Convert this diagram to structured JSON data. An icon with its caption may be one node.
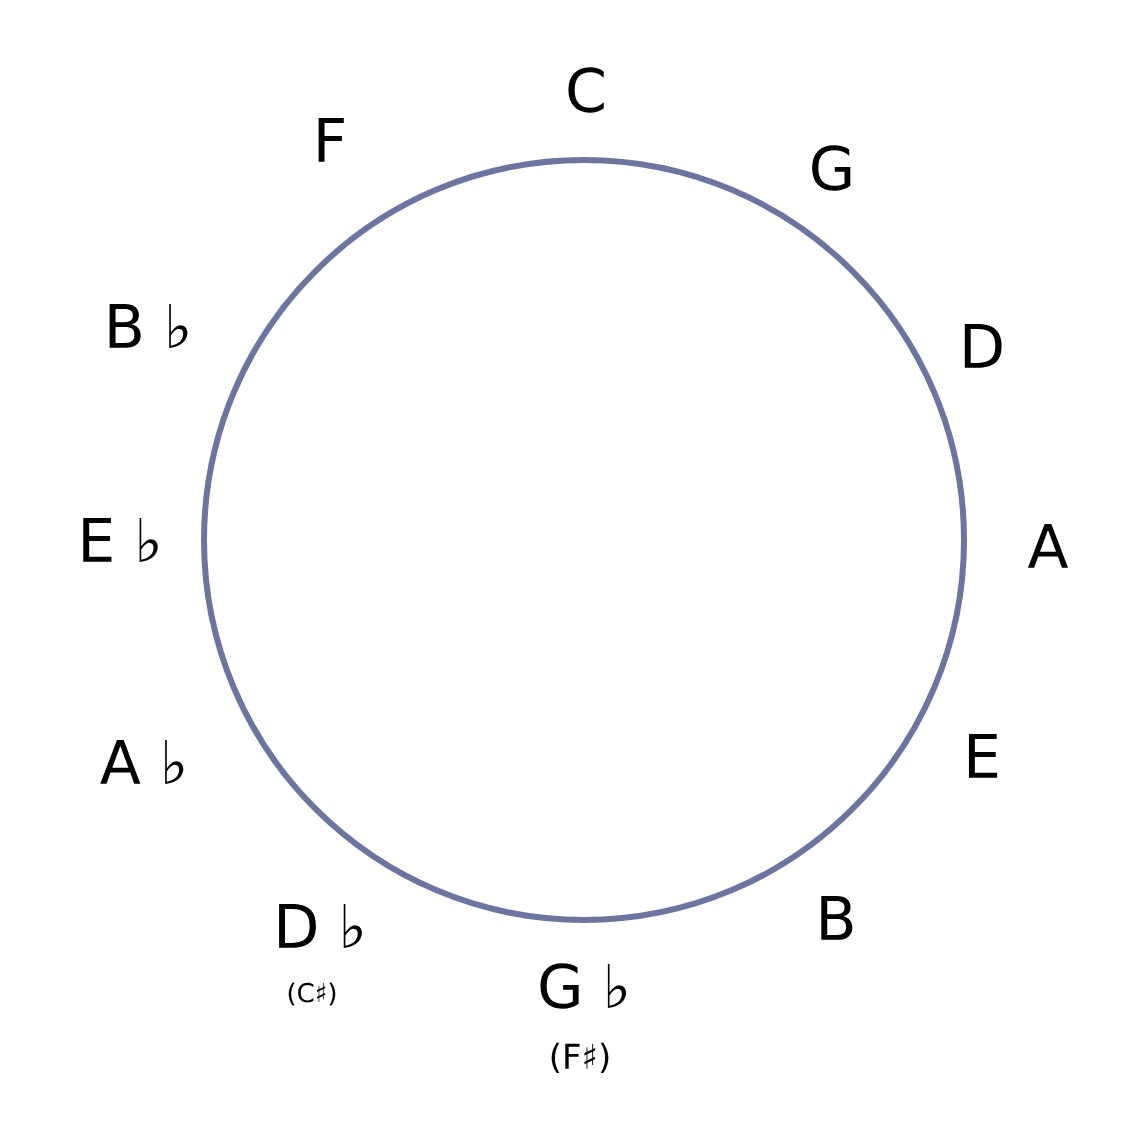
{
  "diagram": {
    "labels": [
      "C",
      "G",
      "D",
      "A",
      "E",
      "B",
      "G ♭",
      "(F♯)",
      "D ♭",
      "(C♯)",
      "A ♭",
      "E ♭",
      "B ♭",
      "F"
    ]
  }
}
